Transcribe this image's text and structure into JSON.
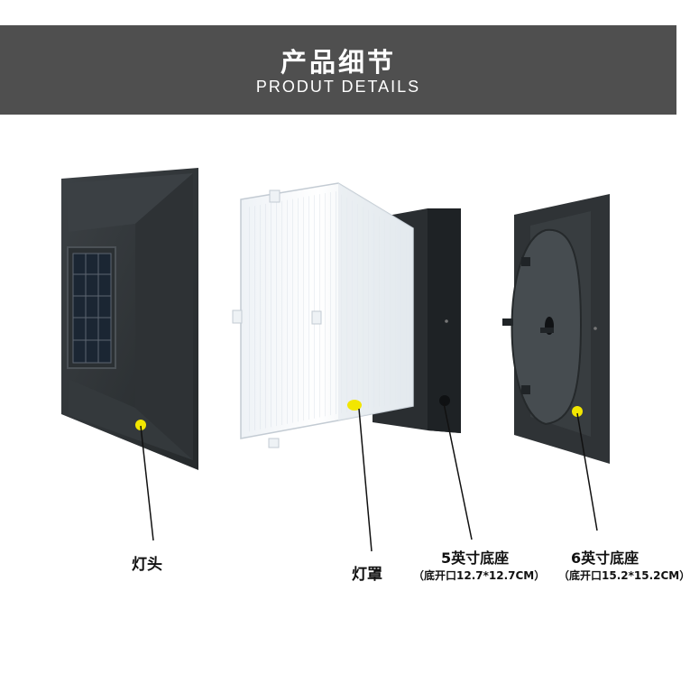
{
  "header": {
    "title": "产品细节",
    "subtitle": "PRODUT  DETAILS"
  },
  "labels": {
    "lamp_head": "灯头",
    "lamp_cover": "灯罩",
    "base_5inch": "5英寸底座",
    "base_5inch_note": "（底开口12.7*12.7CM）",
    "base_6inch": "6英寸底座",
    "base_6inch_note": "（底开口15.2*15.2CM）"
  },
  "colors": {
    "banner": "#4f4f4f",
    "marker": "#f2e600",
    "product_dark": "#2f3336"
  }
}
